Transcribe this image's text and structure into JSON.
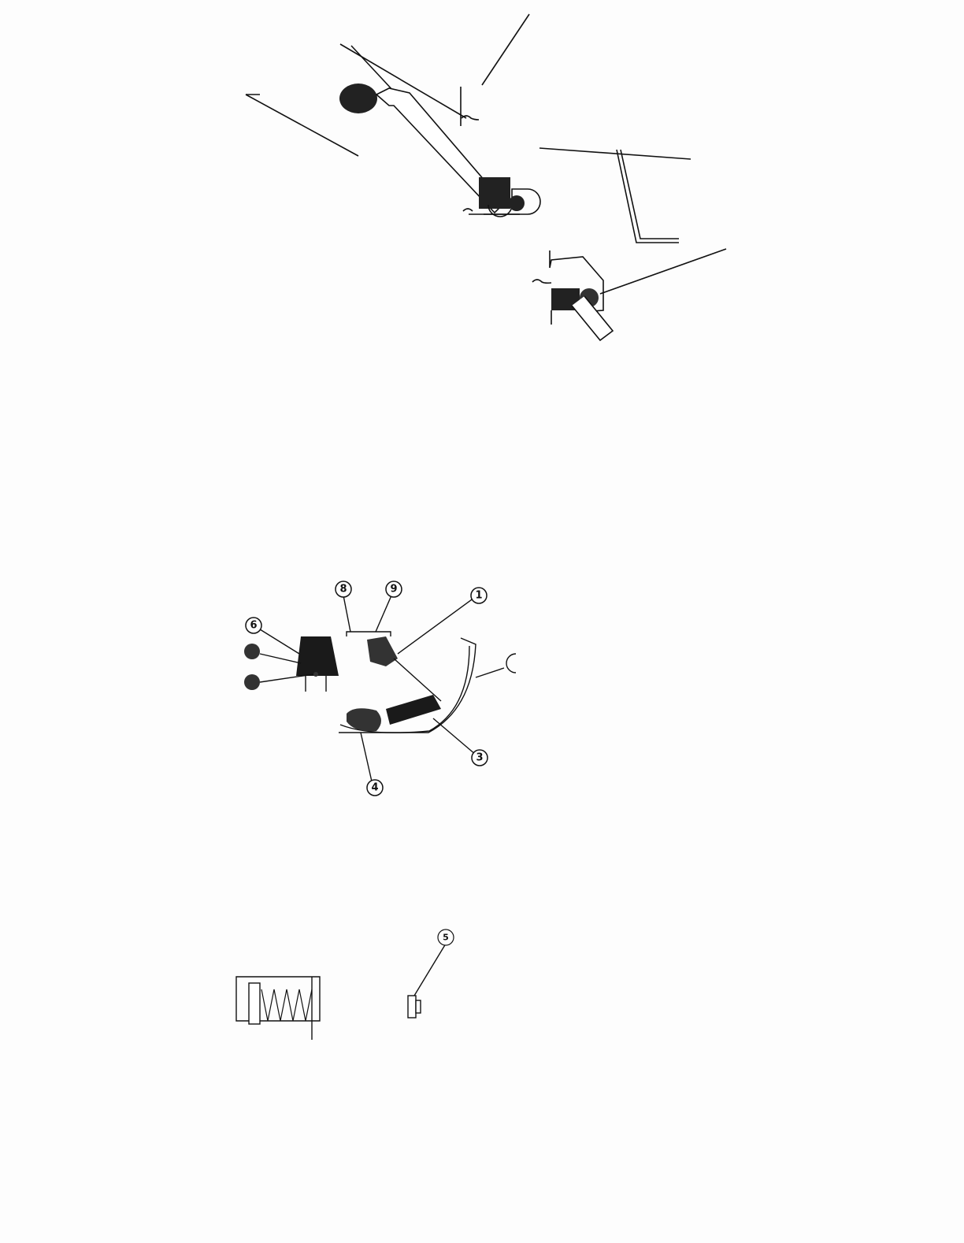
{
  "document": {
    "type": "scanned technical manual page (text faded / illegible)"
  },
  "figure_middle": {
    "callouts": [
      "8",
      "9",
      "1",
      "6",
      "3",
      "4"
    ]
  },
  "figure_bottom": {
    "callouts": [
      "5"
    ]
  },
  "colors": {
    "ink": "#111111",
    "paper": "#fdfdfd"
  }
}
